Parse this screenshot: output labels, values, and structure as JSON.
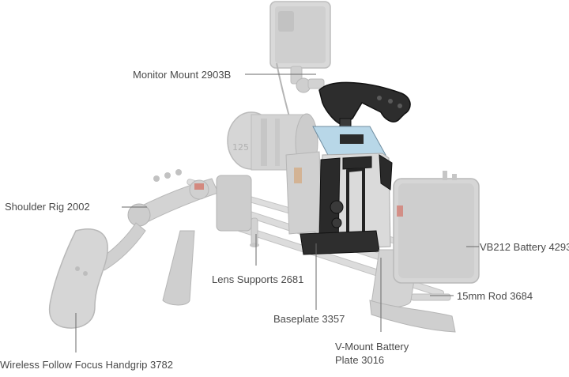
{
  "labels": {
    "monitor_mount": "Monitor Mount 2903B",
    "shoulder_rig": "Shoulder Rig 2002",
    "vb212_battery": "VB212 Battery 4293",
    "lens_supports": "Lens Supports 2681",
    "rod": "15mm Rod 3684",
    "baseplate": "Baseplate 3357",
    "vmount_line1": "V-Mount Battery",
    "vmount_line2": "Plate 3016",
    "handgrip": "Wireless Follow Focus Handgrip 3782"
  },
  "lens_marking": "125",
  "colors": {
    "text": "#4a4a4a",
    "leader": "#6a6a6a",
    "ghost_gear": "#d4d4d4",
    "ghost_edge": "#bcbcbc",
    "cage": "#2a2a2a",
    "cage_edge": "#111111",
    "accent_blue": "#b8d7e8",
    "accent_red": "#d65a4a",
    "accent_orange": "#d59b62"
  }
}
